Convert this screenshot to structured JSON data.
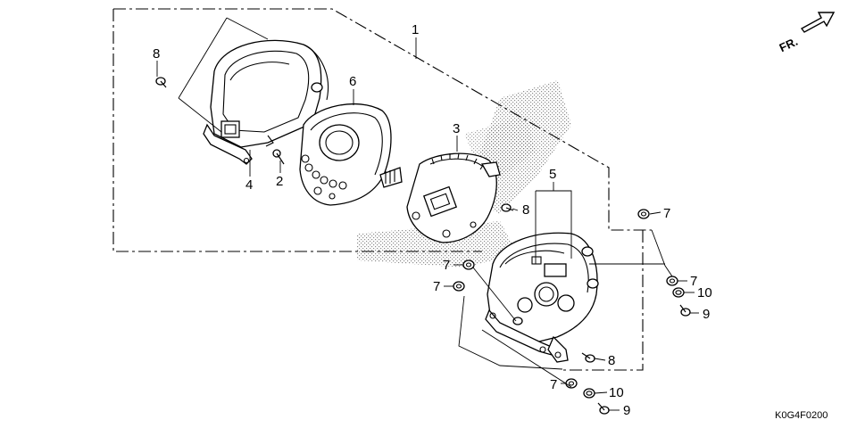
{
  "diagram": {
    "callouts": {
      "c1": "1",
      "c2": "2",
      "c3": "3",
      "c4": "4",
      "c5": "5",
      "c6": "6",
      "c7a": "7",
      "c7b": "7",
      "c7c": "7",
      "c7d": "7",
      "c7e": "7",
      "c8a": "8",
      "c8b": "8",
      "c8c": "8",
      "c9a": "9",
      "c9b": "9",
      "c10a": "10",
      "c10b": "10"
    },
    "direction_label": "FR.",
    "drawing_code": "K0G4F0200"
  }
}
